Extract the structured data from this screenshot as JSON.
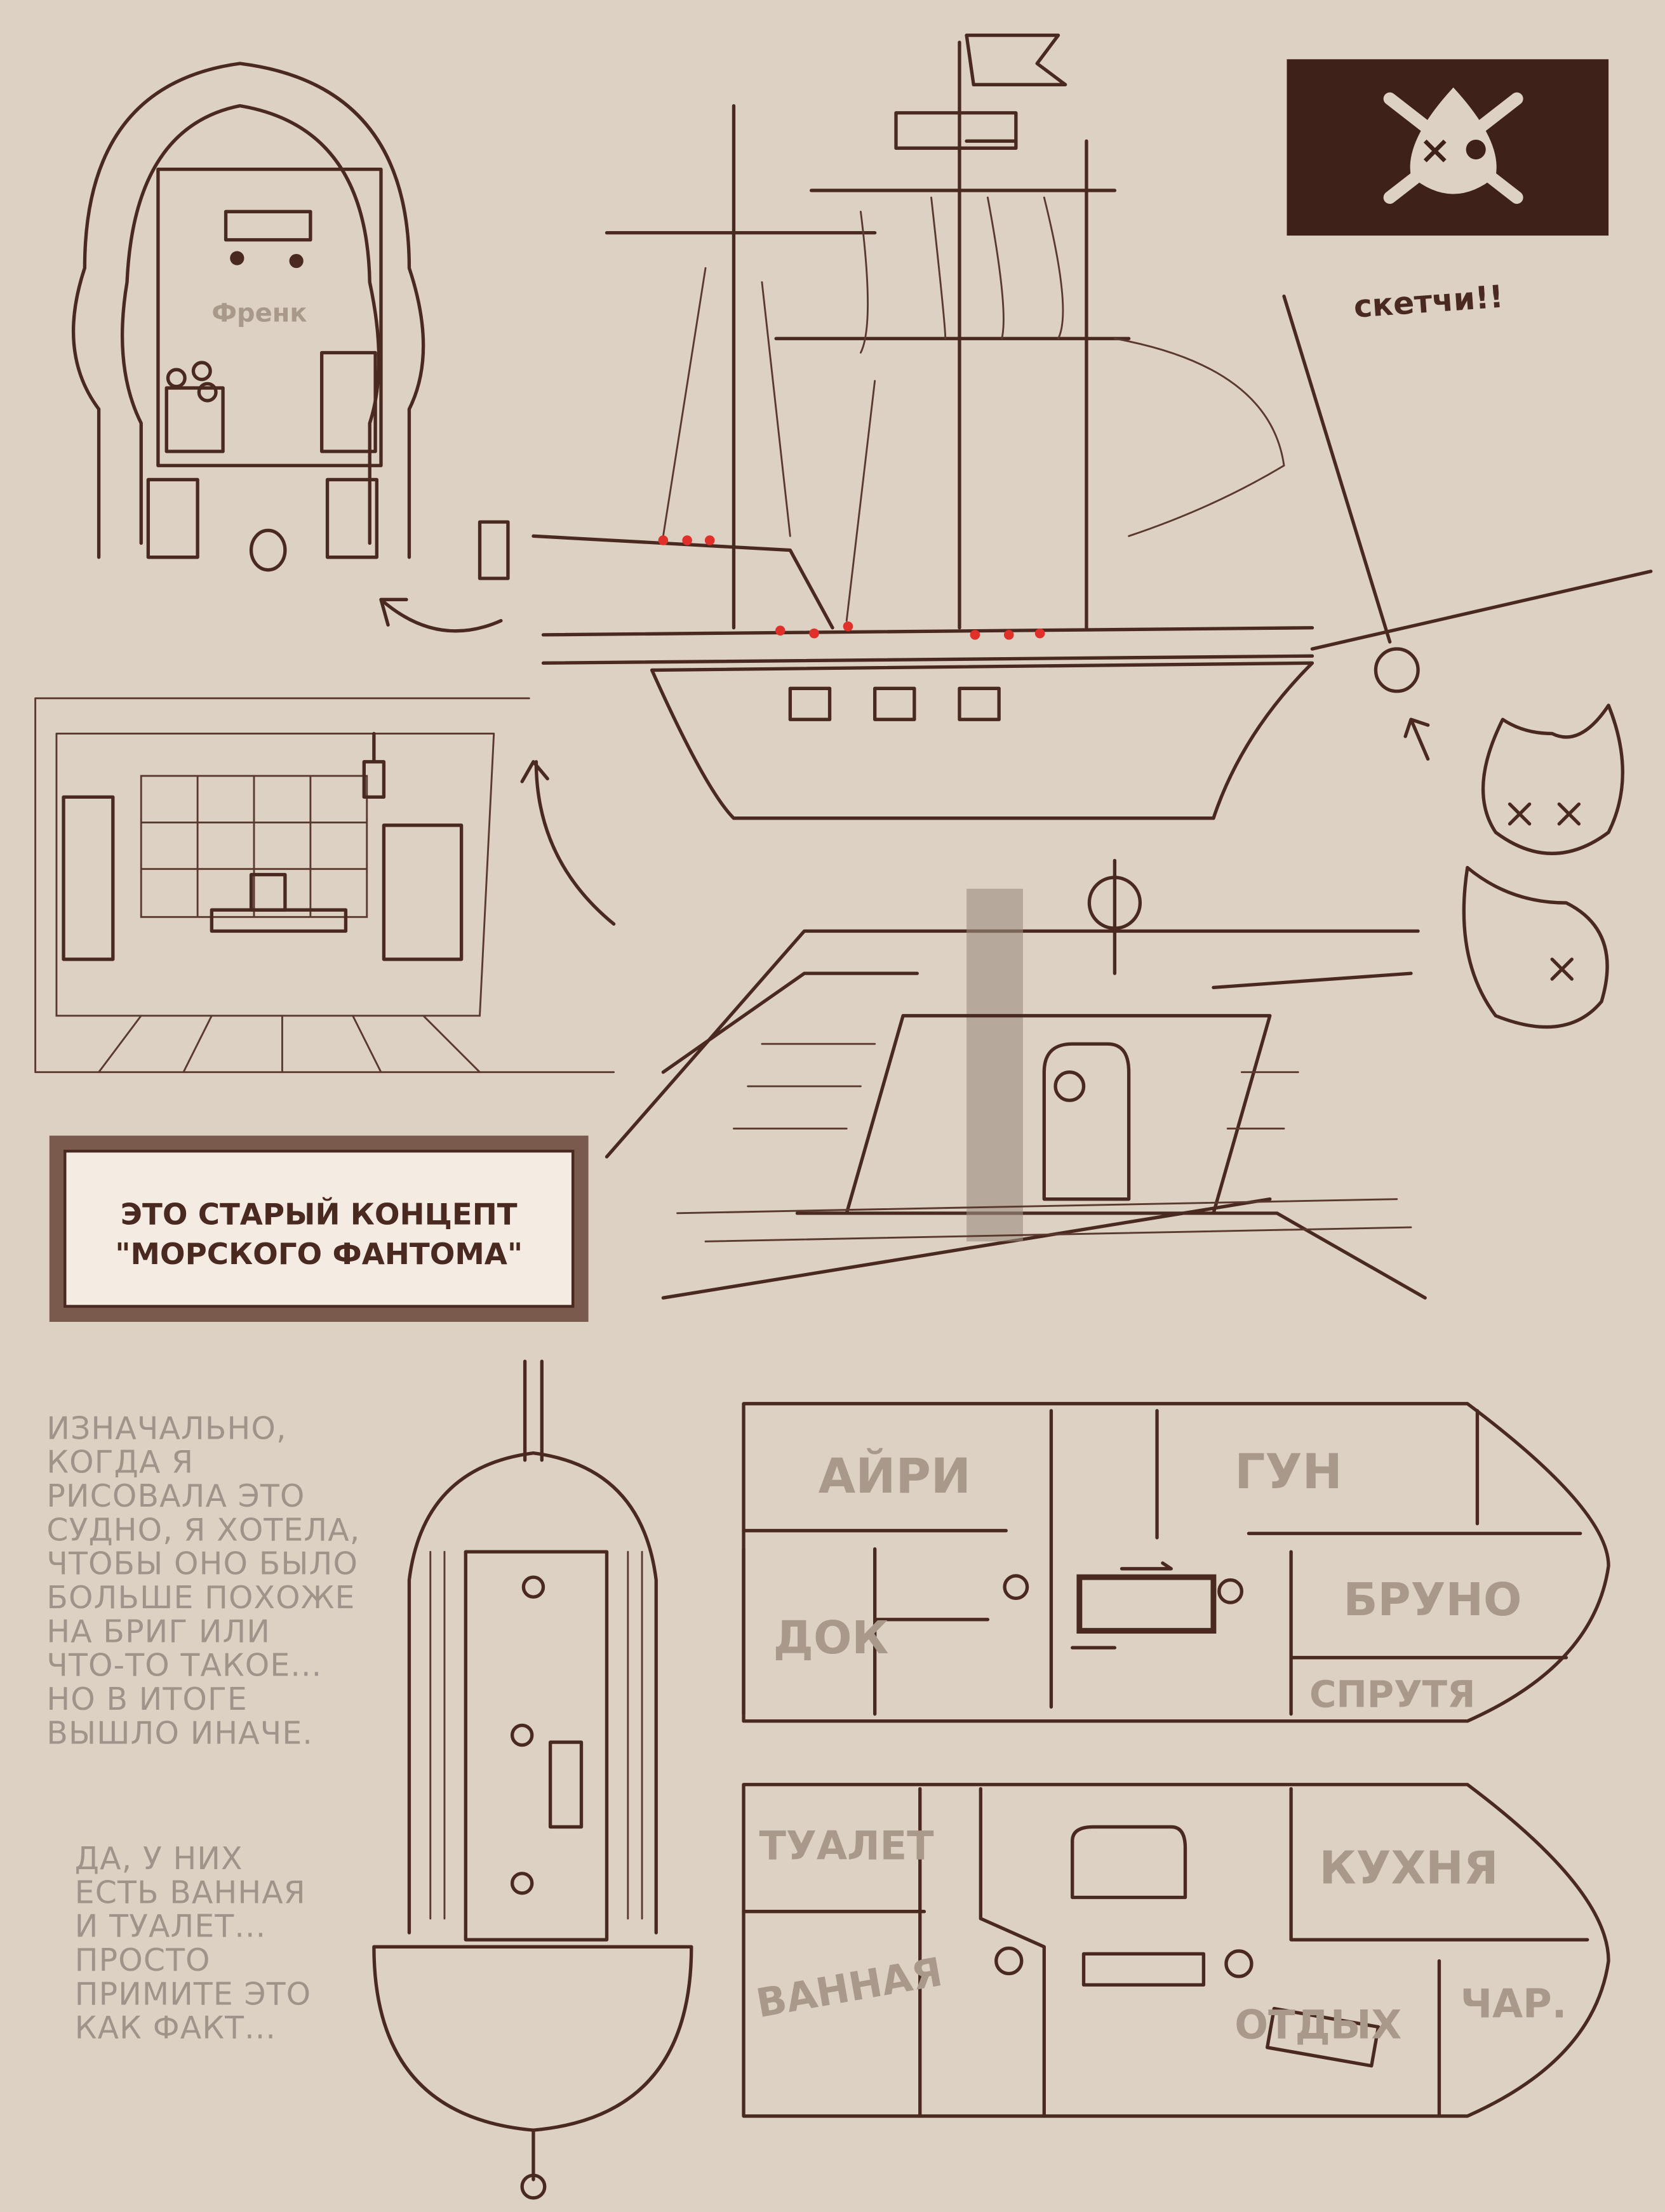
{
  "sketches": {
    "cabin_label": "Френк",
    "sketches_note": "скетчи!!"
  },
  "title_box": {
    "line1": "ЭТО СТАРЫЙ КОНЦЕПТ",
    "line2": "\"МОРСКОГО ФАНТОМА\""
  },
  "note_intro": {
    "lines": [
      "ИЗНАЧАЛЬНО,",
      "КОГДА Я",
      "РИСОВАЛА ЭТО",
      "СУДНО, Я ХОТЕЛА,",
      "ЧТОБЫ ОНО БЫЛО",
      "БОЛЬШЕ ПОХОЖЕ",
      "НА БРИГ ИЛИ",
      "ЧТО-ТО ТАКОЕ...",
      "НО В ИТОГЕ",
      "ВЫШЛО ИНАЧЕ."
    ]
  },
  "note_bath": {
    "lines": [
      "ДА, У НИХ",
      "ЕСТЬ ВАННАЯ",
      "И ТУАЛЕТ...",
      "ПРОСТО",
      "ПРИМИТЕ ЭТО",
      "КАК ФАКТ..."
    ]
  },
  "upper_deck_rooms": [
    "АЙРИ",
    "ГУН",
    "ДОК",
    "БРУНО",
    "СПРУТЯ"
  ],
  "lower_deck_rooms": [
    "ТУАЛЕТ",
    "КУХНЯ",
    "ВАННАЯ",
    "ОТДЫХ",
    "ЧАР."
  ],
  "colors": {
    "background": "#ddd1c4",
    "ink": "#4a2a20",
    "label": "#a8998b",
    "flag": "#3e2118",
    "accent": "#e0302a"
  }
}
